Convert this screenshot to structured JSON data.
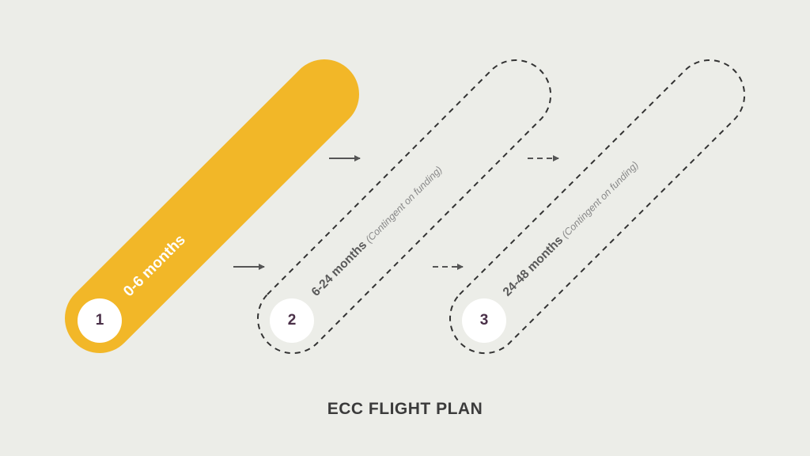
{
  "diagram": {
    "title": "ECC FLIGHT PLAN",
    "colors": {
      "background": "#ECEDE8",
      "phase_active_fill": "#F2B728",
      "dashed_outline": "#333333",
      "number_text": "#4A3048",
      "arrow": "#555555"
    },
    "phases": [
      {
        "number": "1",
        "duration": "0-6 months",
        "note": "",
        "style": "filled"
      },
      {
        "number": "2",
        "duration": "6-24 months",
        "note": "(Contingent on funding)",
        "style": "dashed"
      },
      {
        "number": "3",
        "duration": "24-48 months",
        "note": "(Contingent on funding)",
        "style": "dashed"
      }
    ],
    "arrows": [
      {
        "from": "1",
        "to": "2",
        "style": "solid"
      },
      {
        "from": "1",
        "to": "2",
        "style": "solid"
      },
      {
        "from": "2",
        "to": "3",
        "style": "dashed"
      },
      {
        "from": "2",
        "to": "3",
        "style": "dashed"
      }
    ]
  }
}
